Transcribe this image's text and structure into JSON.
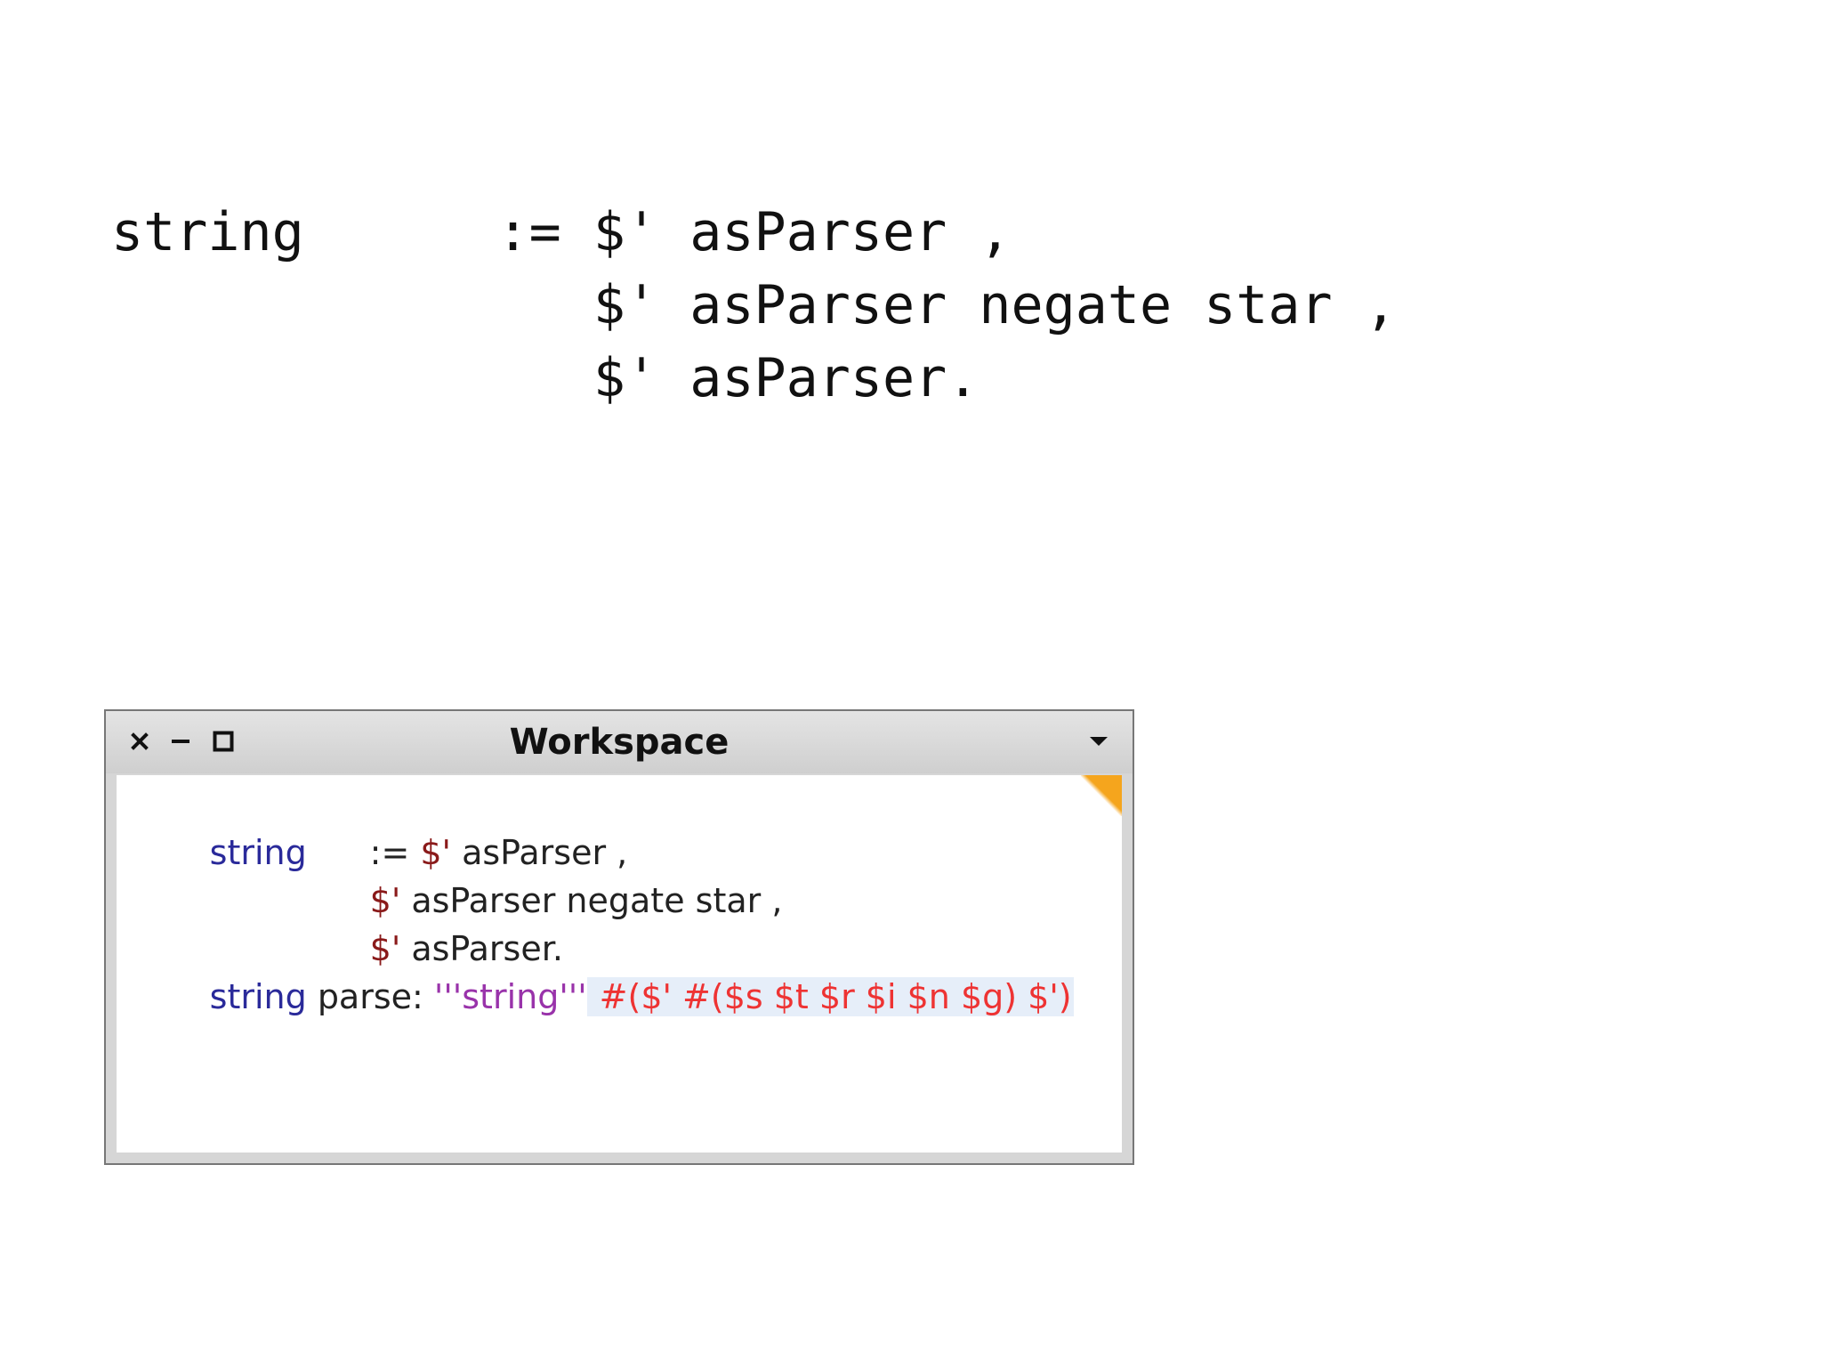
{
  "slide": {
    "code_lines": [
      "string      := $' asParser ,",
      "               $' asParser negate star ,",
      "               $' asParser."
    ]
  },
  "workspace": {
    "title": "Workspace",
    "icons": {
      "close": "close-icon",
      "minimize": "minimize-icon",
      "maximize": "maximize-icon",
      "menu": "chevron-down-icon"
    },
    "colors": {
      "identifier": "#2a2a9a",
      "character_literal": "#8a1a1a",
      "string_literal": "#9933aa",
      "print_result": "#ee3333",
      "result_highlight": "#e6eef9",
      "corner_flag": "#f5a51d"
    },
    "lines": [
      {
        "ident": "string",
        "assign": ":= ",
        "char": "$'",
        "rest": " asParser ,"
      },
      {
        "char": "$'",
        "rest": " asParser negate star ,"
      },
      {
        "char": "$'",
        "rest": " asParser."
      }
    ],
    "eval_line": {
      "ident": "string",
      "selector": " parse: ",
      "string_literal": "'''string'''",
      "result": "#($' #($s $t $r $i $n $g) $')"
    }
  }
}
